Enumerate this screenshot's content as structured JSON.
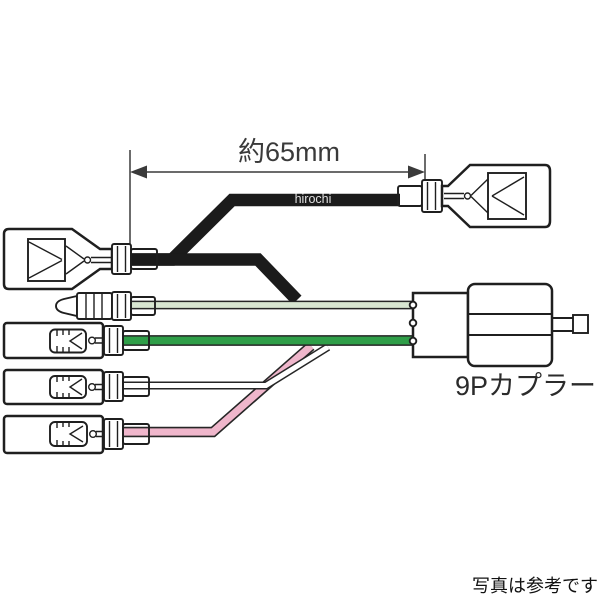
{
  "diagram": {
    "dimension_label": "約65mm",
    "watermark": "hirochi",
    "coupler_label": "9Pカプラー",
    "footer_note": "写真は参考です"
  },
  "colors": {
    "background": "#ffffff",
    "line_art": "#1f1f1f",
    "dimension": "#3a3a3a",
    "black_wire": "#1b1b1b",
    "pale_green_wire": "#d8e6d1",
    "green_wire": "#2f9e48",
    "white_wire": "#ffffff",
    "pink_wire": "#efb6cb",
    "watermark_color": "#f2f2f2"
  }
}
